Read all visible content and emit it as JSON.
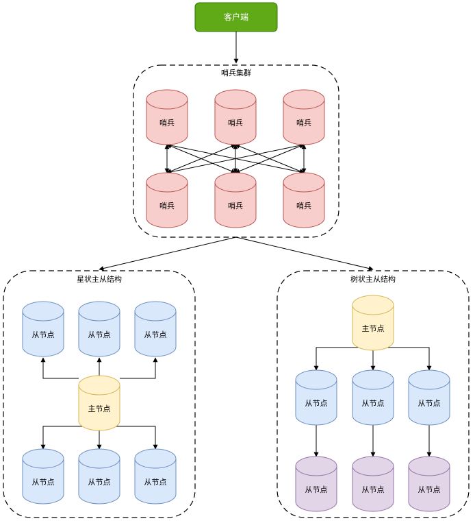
{
  "client": {
    "label": "客户端",
    "fill": "#60a917",
    "stroke": "#2d7600"
  },
  "sentinel_cluster": {
    "title": "哨兵集群",
    "node_label": "哨兵",
    "fill": "#f8cecc",
    "stroke": "#b85450"
  },
  "star_group": {
    "title": "星状主从结构",
    "master_label": "主节点",
    "slave_label": "从节点"
  },
  "tree_group": {
    "title": "树状主从结构",
    "master_label": "主节点",
    "slave_label": "从节点"
  },
  "colors": {
    "master_fill": "#fff2cc",
    "master_stroke": "#d6b656",
    "slave_fill": "#dae8fc",
    "slave_stroke": "#6c8ebf",
    "leaf_fill": "#e1d5e7",
    "leaf_stroke": "#9673a6"
  }
}
